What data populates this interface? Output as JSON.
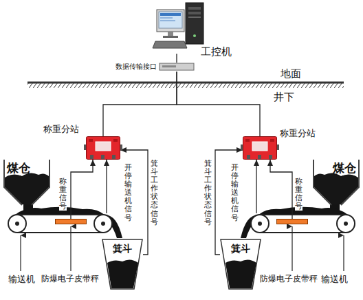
{
  "diagram": {
    "nodes": [
      {
        "text": [
          "工控机"
        ]
      },
      {
        "text": [
          "数据传输接口"
        ]
      },
      {
        "text": [
          "称重分站"
        ]
      },
      {
        "text": [
          "称重分站"
        ]
      },
      {
        "text": [
          "煤仓"
        ]
      },
      {
        "text": [
          "箕斗"
        ]
      },
      {
        "text": [
          "防爆电子皮带秤"
        ]
      },
      {
        "text": [
          "输送机"
        ]
      },
      {
        "text": [
          "煤仓"
        ]
      },
      {
        "text": [
          "箕斗"
        ]
      },
      {
        "text": [
          "防爆电子皮带秤"
        ]
      },
      {
        "text": [
          "输送机"
        ]
      }
    ],
    "edges": [
      {
        "from": 0,
        "to": 1,
        "arrow": "none"
      },
      {
        "from": 1,
        "to": 2,
        "arrow": "none"
      },
      {
        "from": 1,
        "to": 3,
        "arrow": "none"
      },
      {
        "from": 6,
        "to": 2,
        "label": "称重信号",
        "arrow": "to"
      },
      {
        "from": 7,
        "to": 2,
        "label": "开停输送机信号",
        "arrow": "to"
      },
      {
        "from": 5,
        "to": 2,
        "label": "箕斗工作状态信号",
        "arrow": "to"
      },
      {
        "from": 10,
        "to": 3,
        "label": "称重信号",
        "arrow": "to"
      },
      {
        "from": 11,
        "to": 3,
        "label": "开停输送机信号",
        "arrow": "to"
      },
      {
        "from": 9,
        "to": 3,
        "label": "箕斗工作状态信号",
        "arrow": "to"
      }
    ],
    "labels": [
      "地面",
      "井下"
    ]
  }
}
